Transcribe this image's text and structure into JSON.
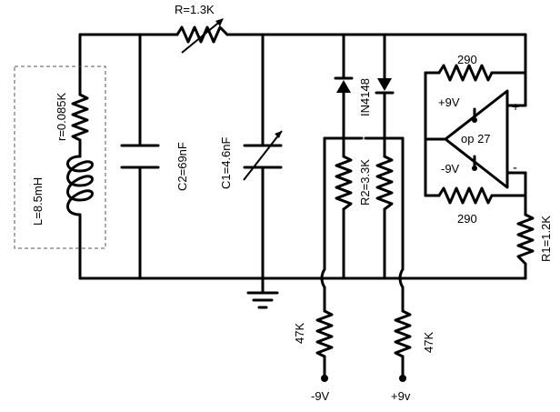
{
  "labels": {
    "r_top": "R=1.3K",
    "r_small": "r=0.085K",
    "inductor": "L=8.5mH",
    "c2": "C2=69nF",
    "c1": "C1=4.6nF",
    "diode": "IN4148",
    "r2": "R2=3.3K",
    "fb_top": "290",
    "fb_bottom": "290",
    "plus9v_op": "+9V",
    "minus9v_op": "-9V",
    "op": "op 27",
    "plus_sign": "+",
    "minus_sign": "-",
    "r1": "R1=1.2K",
    "r47_left": "47K",
    "r47_right": "47K",
    "minus9v_bottom": "-9V",
    "plus9v_bottom": "+9v"
  }
}
